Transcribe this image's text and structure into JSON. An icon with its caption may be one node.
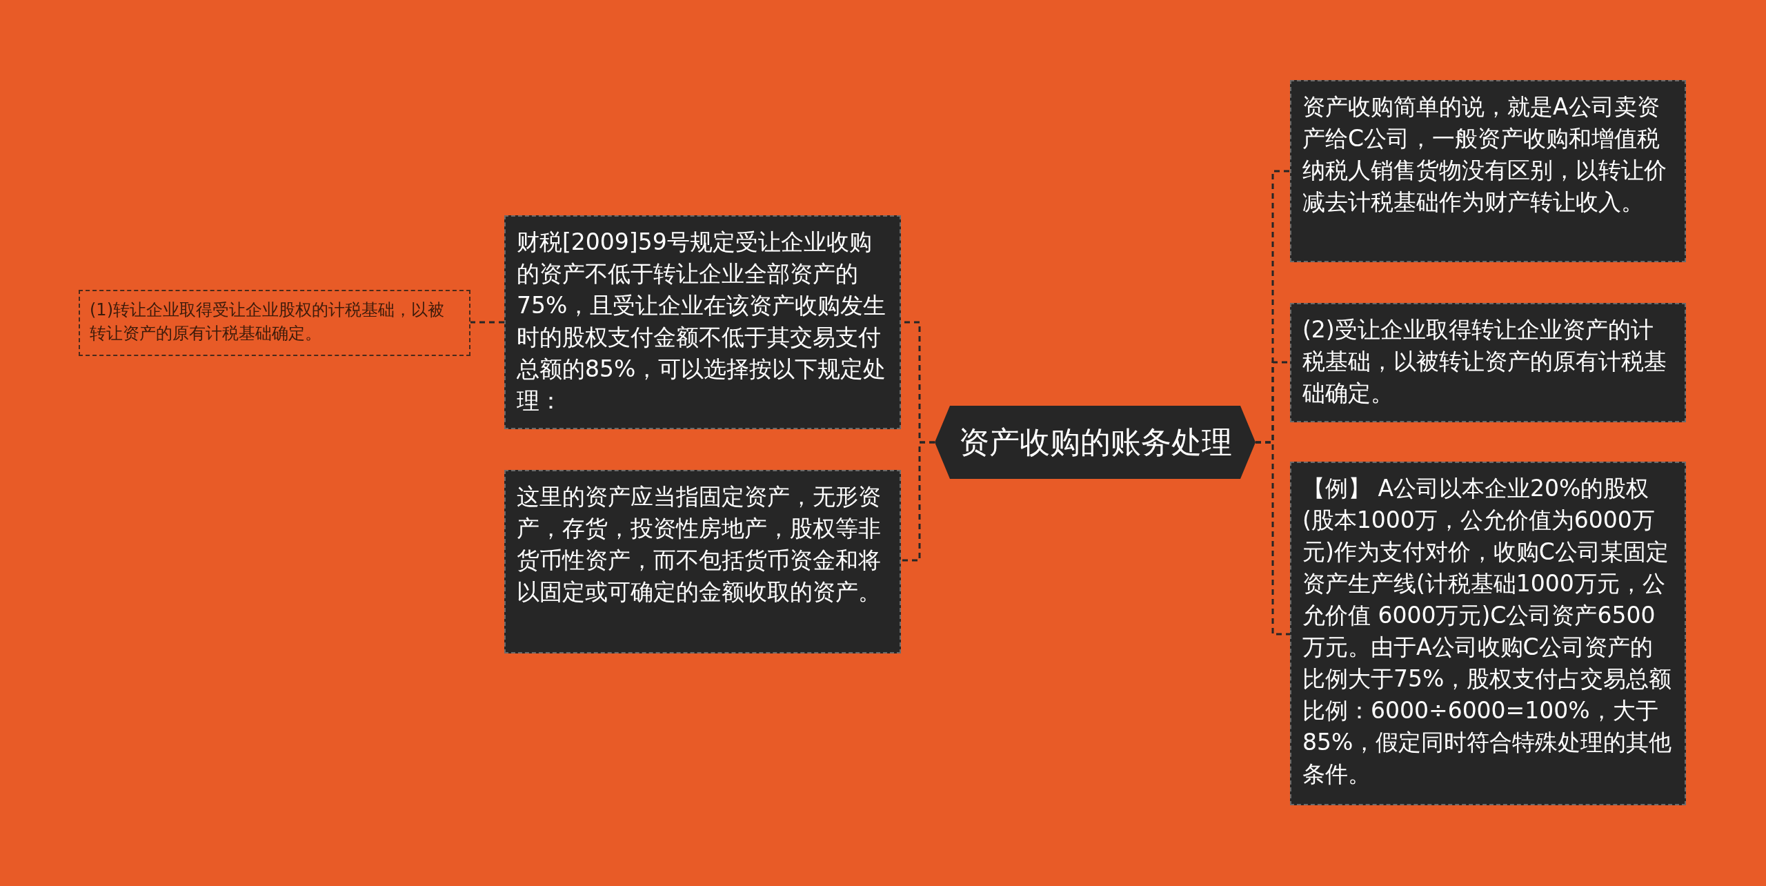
{
  "diagram": {
    "nodes": [
      {
        "text": [
          "资产收购的账务处理"
        ]
      },
      {
        "text": [
          "财税[2009]59号规定受让企业收购的资产不低于转让企业全部资产的75%，且受让企业在该资产收购发生时的股权支付金额不低于其交易支付总额的85%，可以选择按以下规定处理："
        ]
      },
      {
        "text": [
          "这里的资产应当指固定资产，无形资产，存货，投资性房地产，股权等非货币性资产，而不包括货币资金和将以固定或可确定的金额收取的资产。"
        ]
      },
      {
        "text": [
          "(1)转让企业取得受让企业股权的计税基础，以被转让资产的原有计税基础确定。"
        ]
      },
      {
        "text": [
          "资产收购简单的说，就是A公司卖资产给C公司，一般资产收购和增值税纳税人销售货物没有区别，以转让价减去计税基础作为财产转让收入。"
        ]
      },
      {
        "text": [
          "(2)受让企业取得转让企业资产的计税基础，以被转让资产的原有计税基础确定。"
        ]
      },
      {
        "text": [
          "【例】 A公司以本企业20%的股权(股本1000万，公允价值为6000万元)作为支付对价，收购C公司某固定资产生产线(计税基础1000万元，公允价值 6000万元)C公司资产6500万元。由于A公司收购C公司资产的比例大于75%，股权支付占交易总额比例：6000÷6000=100%，大于 85%，假定同时符合特殊处理的其他条件。"
        ]
      }
    ],
    "edges": [
      {
        "from": 0,
        "to": 1,
        "arrow": "none"
      },
      {
        "from": 0,
        "to": 2,
        "arrow": "none"
      },
      {
        "from": 1,
        "to": 3,
        "arrow": "none"
      },
      {
        "from": 0,
        "to": 4,
        "arrow": "none"
      },
      {
        "from": 0,
        "to": 5,
        "arrow": "none"
      },
      {
        "from": 0,
        "to": 6,
        "arrow": "none"
      }
    ]
  }
}
